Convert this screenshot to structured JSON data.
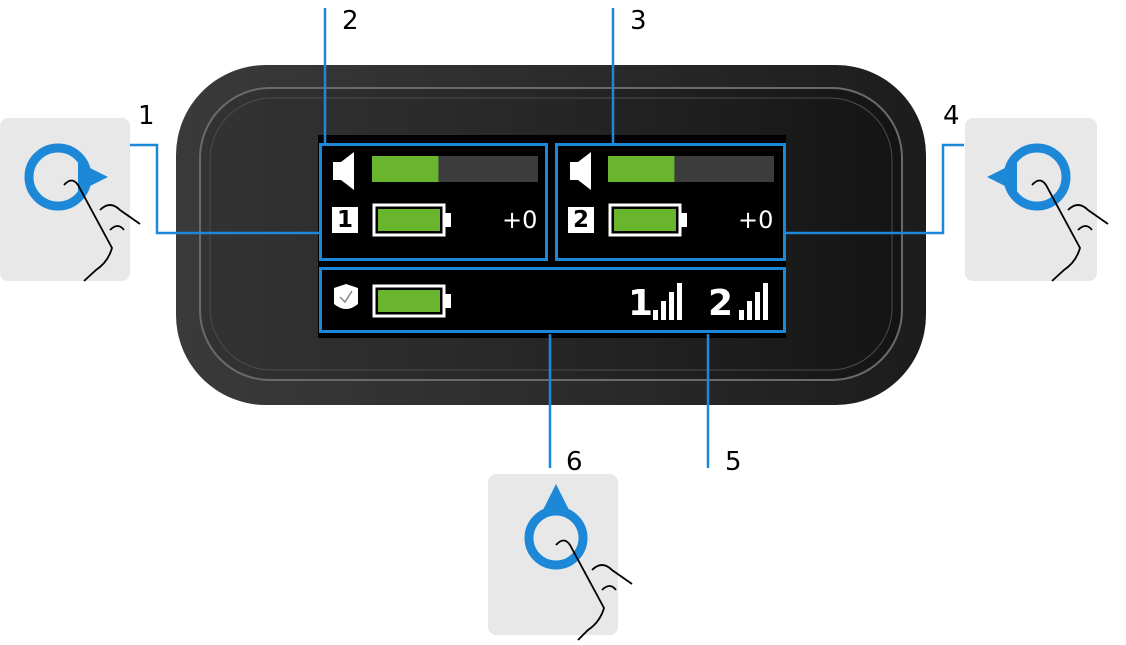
{
  "callouts": {
    "c1": "1",
    "c2": "2",
    "c3": "3",
    "c4": "4",
    "c5": "5",
    "c6": "6"
  },
  "display": {
    "channel_1": {
      "number": "1",
      "gain": "+0",
      "volume_level": 0.4,
      "battery_level": 1.0
    },
    "channel_2": {
      "number": "2",
      "gain": "+0",
      "volume_level": 0.4,
      "battery_level": 1.0
    },
    "receiver": {
      "battery_level": 1.0,
      "rf_channels": [
        "1",
        "2"
      ],
      "signal_bars": 4
    }
  },
  "gestures": {
    "left": "swipe-right",
    "right": "swipe-left",
    "bottom": "swipe-up"
  },
  "colors": {
    "accent": "#1e88d8",
    "level_green": "#6ab52e",
    "screen": "#000000",
    "housing": "#2a2a2a"
  }
}
